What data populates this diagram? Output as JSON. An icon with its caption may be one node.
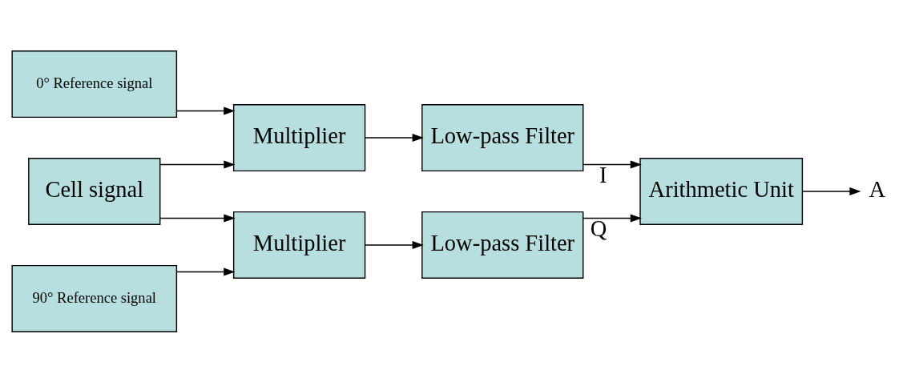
{
  "diagram": {
    "nodes": [
      {
        "text": [
          "0° Reference signal"
        ]
      },
      {
        "text": [
          "Multiplier"
        ]
      },
      {
        "text": [
          "Low-pass Filter"
        ]
      },
      {
        "text": [
          "Cell signal"
        ]
      },
      {
        "text": [
          "Arithmetic Unit"
        ]
      },
      {
        "text": [
          "90° Reference signal"
        ]
      },
      {
        "text": [
          "Multiplier"
        ]
      },
      {
        "text": [
          "Low-pass Filter"
        ]
      },
      {
        "text": [
          "A"
        ]
      }
    ],
    "edges": [
      {
        "from": 0,
        "to": 1,
        "arrow": "to"
      },
      {
        "from": 1,
        "to": 2,
        "arrow": "to"
      },
      {
        "from": 2,
        "to": 4,
        "arrow": "to",
        "label": "I"
      },
      {
        "from": 3,
        "to": 1,
        "arrow": "to"
      },
      {
        "from": 3,
        "to": 6,
        "arrow": "to"
      },
      {
        "from": 5,
        "to": 6,
        "arrow": "to"
      },
      {
        "from": 6,
        "to": 7,
        "arrow": "to"
      },
      {
        "from": 7,
        "to": 4,
        "arrow": "to",
        "label": "Q"
      },
      {
        "from": 4,
        "to": 8,
        "arrow": "to"
      }
    ]
  }
}
